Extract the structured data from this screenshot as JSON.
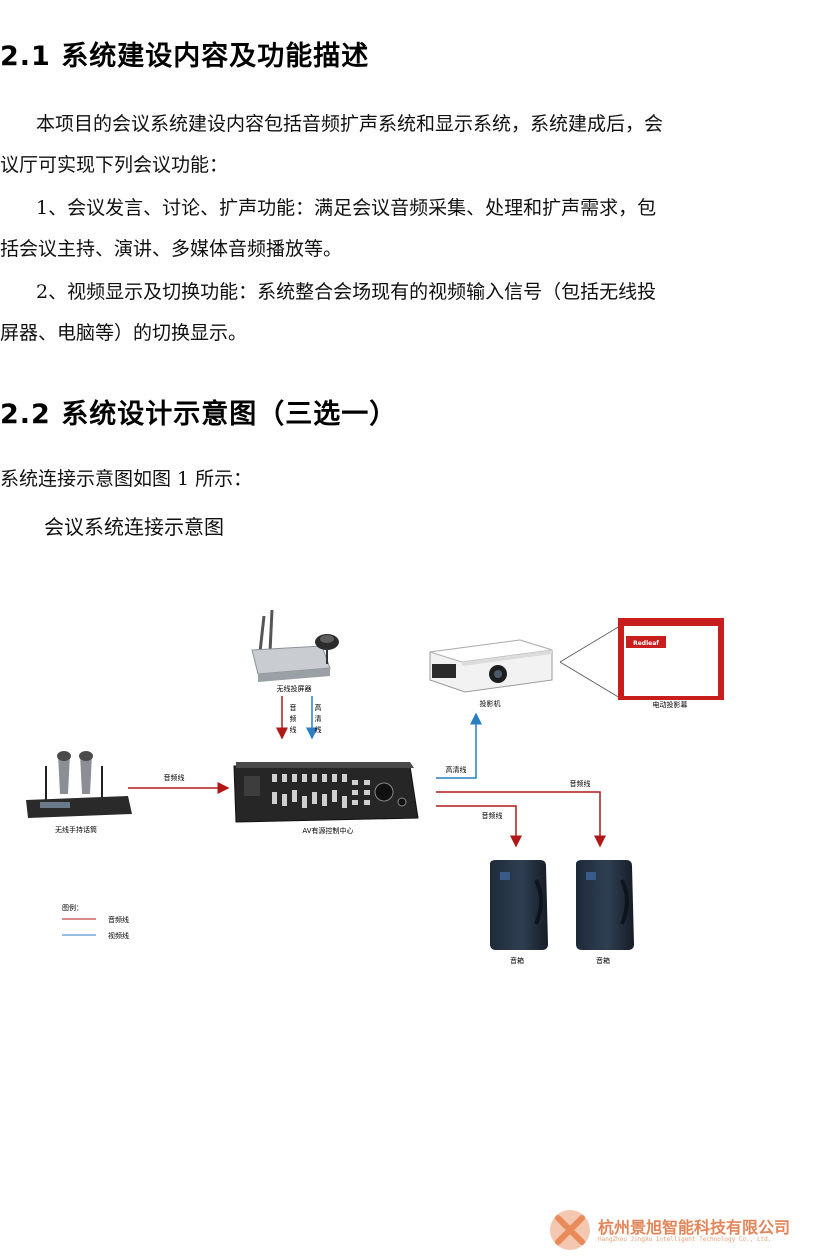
{
  "section1": {
    "heading": "2.1  系统建设内容及功能描述",
    "para1_line1": "本项目的会议系统建设内容包括音频扩声系统和显示系统，系统建成后，会",
    "para1_line2": "议厅可实现下列会议功能：",
    "item1_line1": "1、会议发言、讨论、扩声功能：满足会议音频采集、处理和扩声需求，包",
    "item1_line2": "括会议主持、演讲、多媒体音频播放等。",
    "item2_line1": "2、视频显示及切换功能：系统整合会场现有的视频输入信号（包括无线投",
    "item2_line2": "屏器、电脑等）的切换显示。"
  },
  "section2": {
    "heading": "2.2  系统设计示意图（三选一）",
    "intro": "系统连接示意图如图 1 所示：",
    "diagram_title": "会议系统连接示意图"
  },
  "diagram": {
    "wireless_projector": "无线投屏器",
    "audio_line_vertical": [
      "音",
      "频",
      "线"
    ],
    "hd_line_vertical": [
      "高",
      "清",
      "线"
    ],
    "projector": "投影机",
    "screen": "电动投影幕",
    "screen_brand": "Redleaf",
    "microphone": "无线手持话筒",
    "audio_line_mic": "音频线",
    "av_center": "AV有源控制中心",
    "hd_line": "高清线",
    "audio_line_right": "音频线",
    "audio_line_mid": "音频线",
    "speaker1": "音箱",
    "speaker2": "音箱",
    "legend_title": "图例：",
    "legend_audio": "音频线",
    "legend_video": "视频线",
    "colors": {
      "audio": "#b01818",
      "video": "#2a7fc4"
    }
  },
  "footer": {
    "company_cn": "杭州景旭智能科技有限公司",
    "company_en": "HangZhou JingXu Intelligent Technology Co., Ltd."
  }
}
